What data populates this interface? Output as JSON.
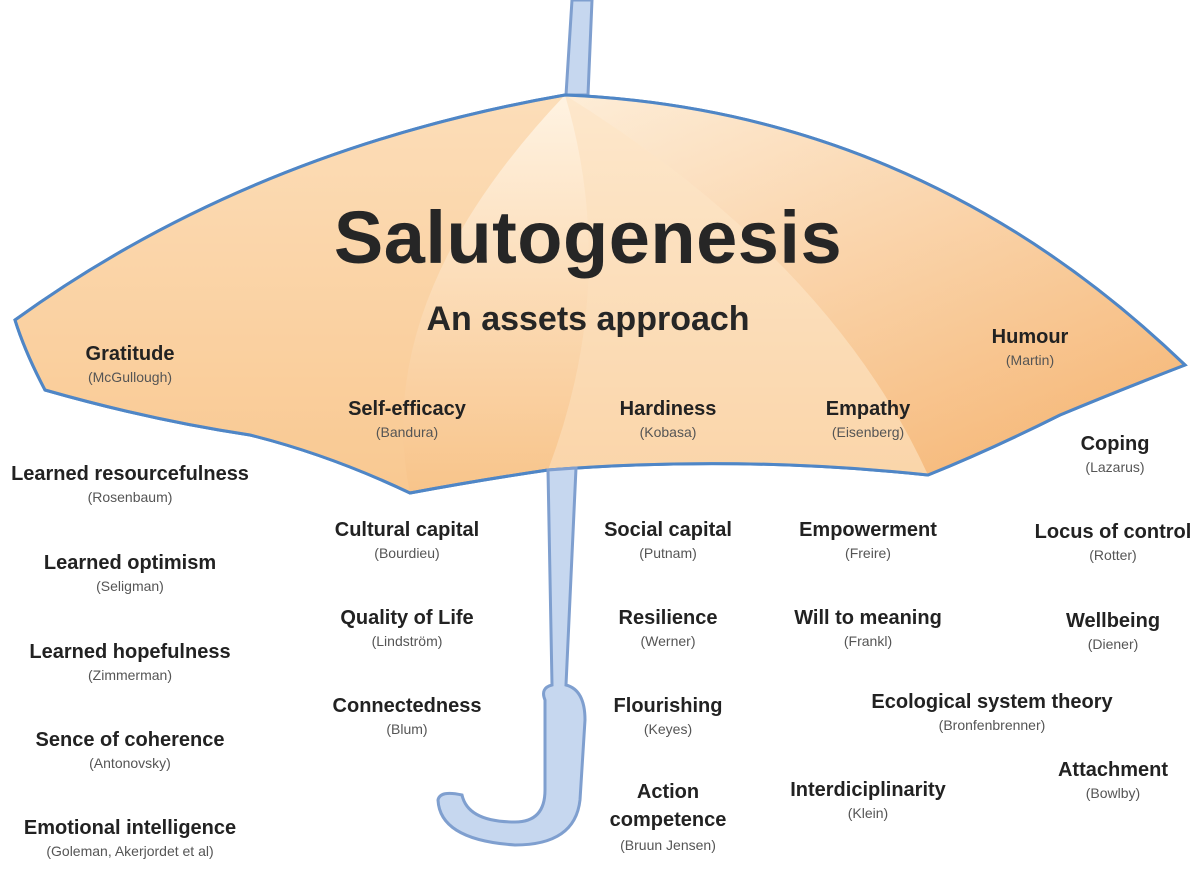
{
  "title": "Salutogenesis",
  "subtitle": "An assets approach",
  "colors": {
    "canopy_light": "#fde9cf",
    "canopy_dark": "#f6b574",
    "canopy_outline": "#4f86c6",
    "handle_fill": "#c6d7ef",
    "handle_outline": "#7f9fcf",
    "text": "#222222",
    "author_text": "#555555"
  },
  "assets": [
    {
      "name": "Gratitude",
      "author": "(McGullough)"
    },
    {
      "name": "Self-efficacy",
      "author": "(Bandura)"
    },
    {
      "name": "Hardiness",
      "author": "(Kobasa)"
    },
    {
      "name": "Empathy",
      "author": "(Eisenberg)"
    },
    {
      "name": "Humour",
      "author": "(Martin)"
    },
    {
      "name": "Learned resourcefulness",
      "author": "(Rosenbaum)"
    },
    {
      "name": "Coping",
      "author": "(Lazarus)"
    },
    {
      "name": "Cultural capital",
      "author": "(Bourdieu)"
    },
    {
      "name": "Social capital",
      "author": "(Putnam)"
    },
    {
      "name": "Empowerment",
      "author": "(Freire)"
    },
    {
      "name": "Locus of control",
      "author": "(Rotter)"
    },
    {
      "name": "Learned optimism",
      "author": "(Seligman)"
    },
    {
      "name": "Quality of Life",
      "author": "(Lindström)"
    },
    {
      "name": "Resilience",
      "author": "(Werner)"
    },
    {
      "name": "Will to meaning",
      "author": "(Frankl)"
    },
    {
      "name": "Wellbeing",
      "author": "(Diener)"
    },
    {
      "name": "Learned hopefulness",
      "author": "(Zimmerman)"
    },
    {
      "name": "Connectedness",
      "author": "(Blum)"
    },
    {
      "name": "Flourishing",
      "author": "(Keyes)"
    },
    {
      "name": "Ecological system theory",
      "author": "(Bronfenbrenner)"
    },
    {
      "name": "Sence of coherence",
      "author": "(Antonovsky)"
    },
    {
      "name": "Attachment",
      "author": "(Bowlby)"
    },
    {
      "name": "Action competence",
      "author": "(Bruun Jensen)"
    },
    {
      "name": "Interdiciplinarity",
      "author": "(Klein)"
    },
    {
      "name": "Emotional intelligence",
      "author": "(Goleman, Akerjordet et al)"
    }
  ]
}
